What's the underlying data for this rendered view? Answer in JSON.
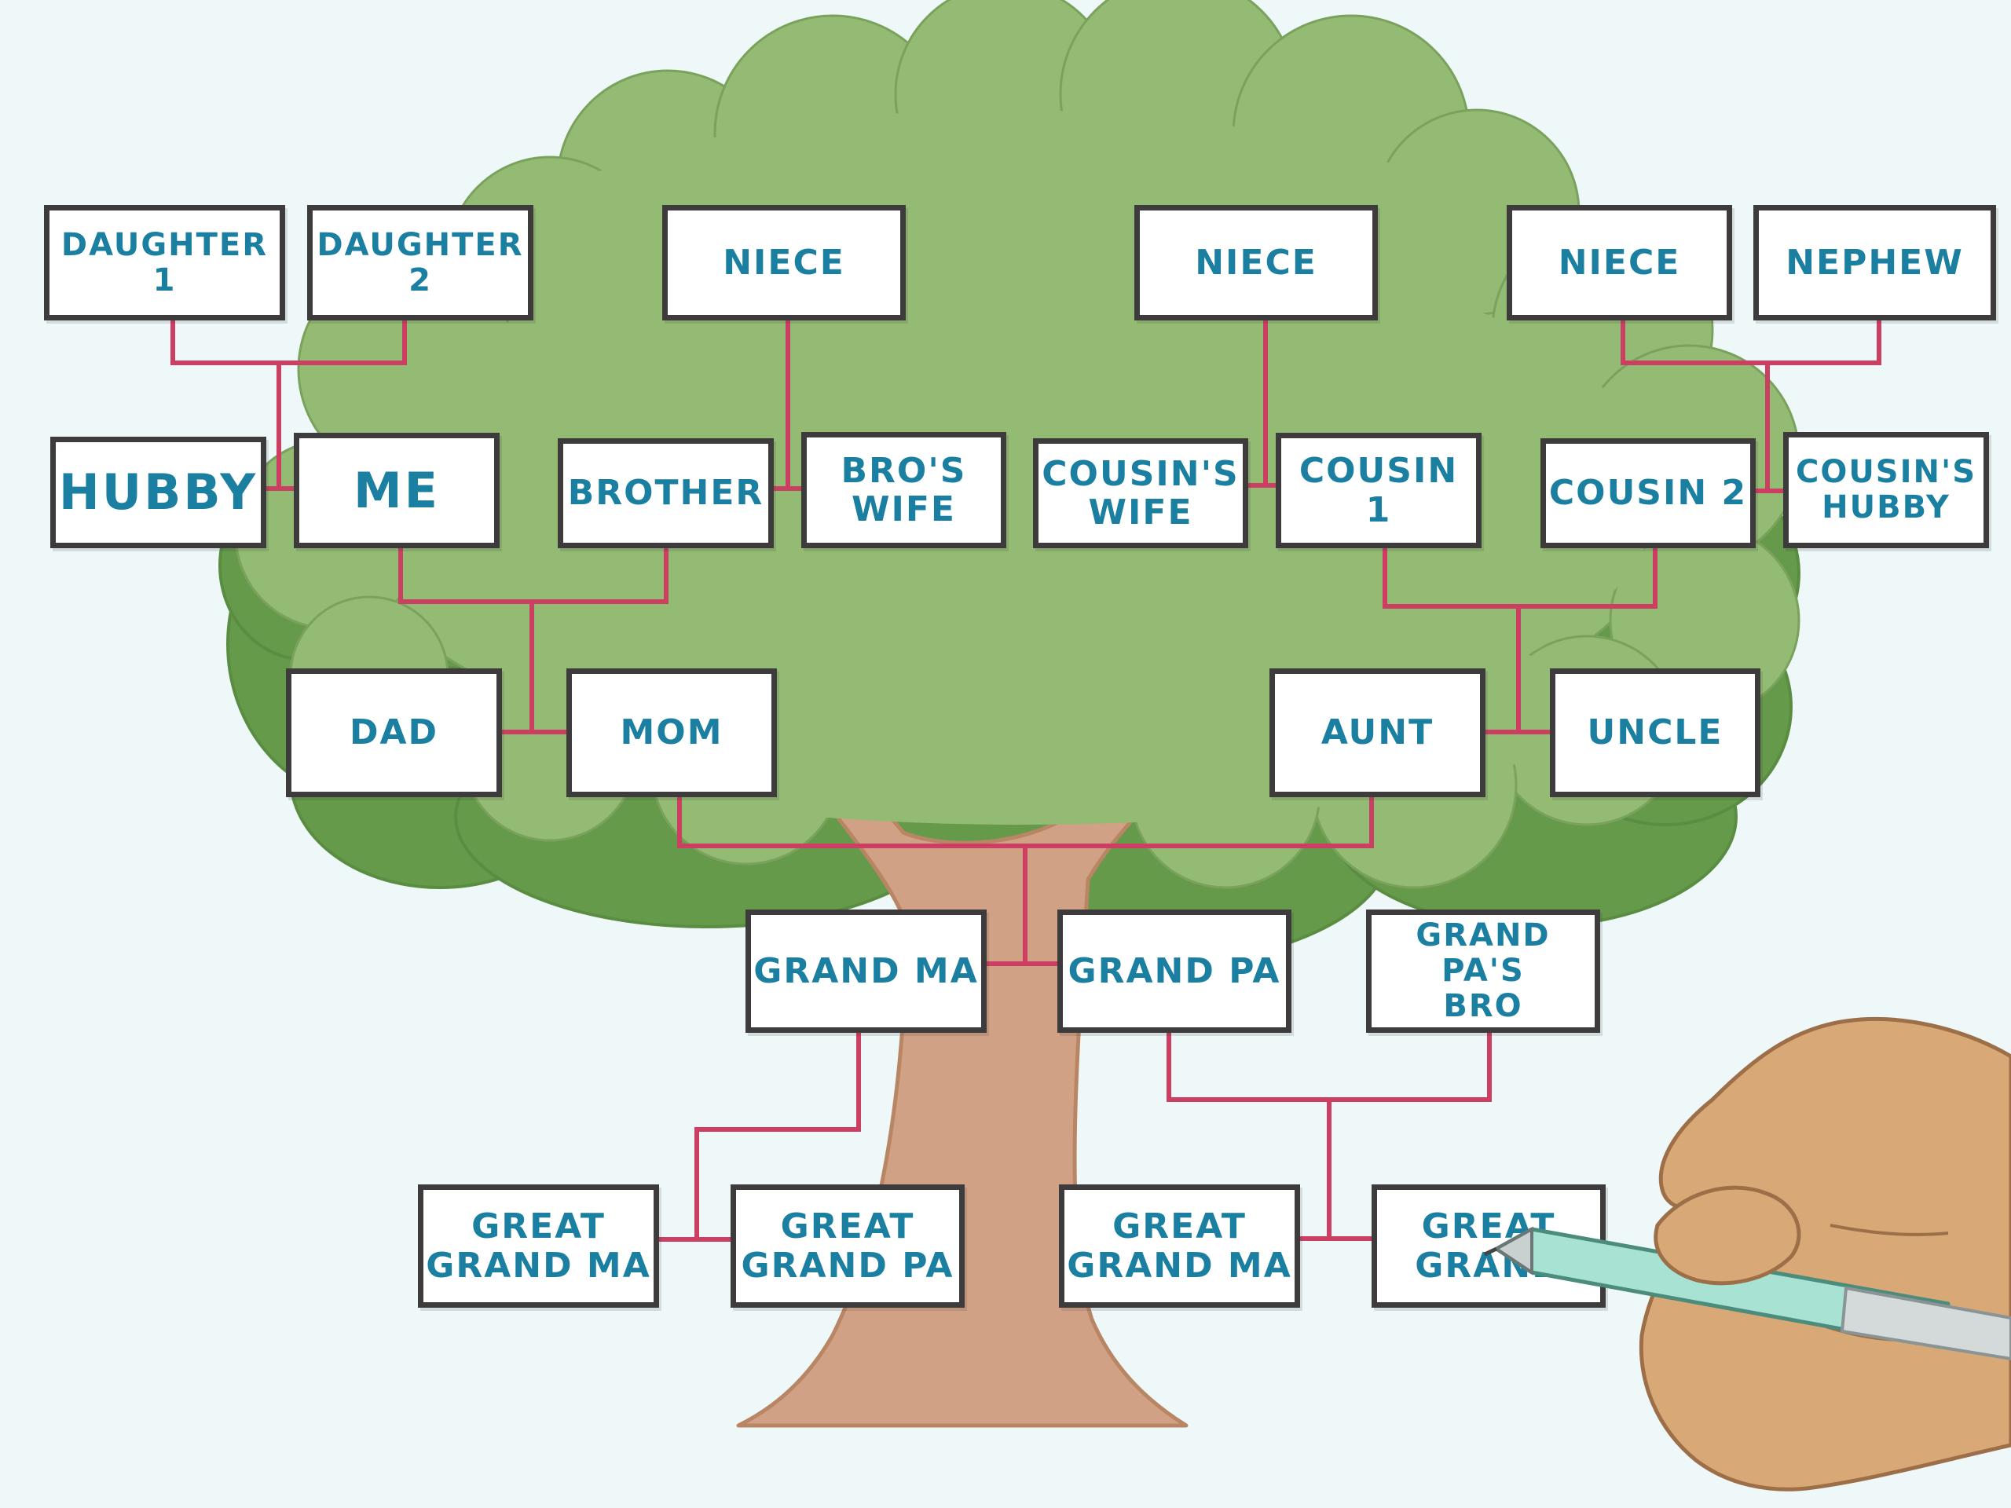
{
  "colors": {
    "background": "#eef8f8",
    "foliage_light": "#93bb73",
    "foliage_dark": "#649a49",
    "trunk": "#d0a184",
    "trunk_outline": "#b98665",
    "connector": "#cc3e62",
    "box_border": "#3d3b3b",
    "label_text": "#1a7fa0"
  },
  "icons": {
    "tree": "tree-illustration",
    "hand": "hand-holding-pen-icon"
  },
  "family_tree": {
    "daughter_1": "DAUGHTER 1",
    "daughter_2": "DAUGHTER 2",
    "niece_brother": "NIECE",
    "niece_cousin_1": "NIECE",
    "niece_cousin_2": "NIECE",
    "nephew": "NEPHEW",
    "hubby": "HUBBY",
    "me": "ME",
    "brother": "BROTHER",
    "bros_wife": "BRO'S\nWIFE",
    "cousins_wife": "COUSIN'S\nWIFE",
    "cousin_1": "COUSIN 1",
    "cousin_2": "COUSIN 2",
    "cousins_hubby": "COUSIN'S\nHUBBY",
    "dad": "DAD",
    "mom": "MOM",
    "aunt": "AUNT",
    "uncle": "UNCLE",
    "grandma": "GRAND MA",
    "grandpa": "GRAND PA",
    "grandpas_bro": "GRAND PA'S\nBRO",
    "great_grandma_1": "GREAT\nGRAND MA",
    "great_grandpa_1": "GREAT\nGRAND PA",
    "great_grandma_2": "GREAT\nGRAND MA",
    "great_grandpa_2": "GREAT\nGRAND"
  }
}
